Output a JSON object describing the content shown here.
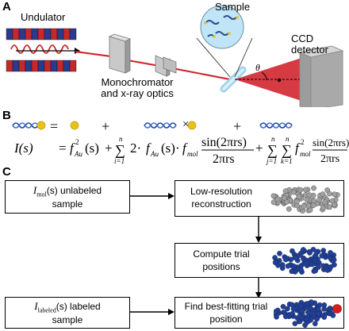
{
  "panels": {
    "a": "A",
    "b": "B",
    "c": "C"
  },
  "panel_a": {
    "undulator_label": "Undulator",
    "sample_label": "Sample",
    "ccd_label": "CCD detector",
    "mono_label_line1": "Monochromator",
    "mono_label_line2": "and x-ray optics",
    "theta": "θ"
  },
  "panel_b": {
    "equals_sign": "=",
    "plus_1": "+",
    "plus_2": "+",
    "times_sign": "×",
    "lhs": "I(s)",
    "eq": "=",
    "term1": "f",
    "term1_sub": "Au",
    "term1_sup": "2",
    "term1_arg": "(s)",
    "plus_a": "+",
    "sum1_top": "n",
    "sum1_bottom": "i=1",
    "term2_pre": "2·",
    "term2_fau": "f",
    "term2_fau_sub": "Au",
    "term2_arg": "(s)·",
    "term2_fmol": "f",
    "term2_fmol_sub": "mol",
    "frac_num": "sin(2πrs)",
    "frac_den": "2πrs",
    "plus_b": "+",
    "sum2_top": "n",
    "sum2_bottom": "j=1",
    "sum3_top": "n",
    "sum3_bottom": "k=1",
    "term3_f": "f",
    "term3_sub": "mol",
    "term3_sup": "2",
    "frac2_num": "sin(2πrs)",
    "frac2_den": "2πrs"
  },
  "panel_c": {
    "box_unlabeled_I": "I",
    "box_unlabeled_sub": "mol",
    "box_unlabeled_rest": "(s) unlabeled",
    "box_unlabeled_line2": "sample",
    "box_lowres_line1": "Low-resolution",
    "box_lowres_line2": "reconstruction",
    "box_compute_line1": "Compute trial",
    "box_compute_line2": "positions",
    "box_labeled_I": "I",
    "box_labeled_sub": "labeled",
    "box_labeled_rest": "(s) labeled",
    "box_labeled_line2": "sample",
    "box_find_line1": "Find best-fitting trial",
    "box_find_line2": "position"
  },
  "colors": {
    "beam": "#d0202a",
    "undulator_blue": "#2a3a8c",
    "undulator_red": "#c4282c",
    "molecule_blue": "#1f3f9a",
    "gold": "#e8c21a",
    "gray_blob": "#a0a0a0"
  }
}
